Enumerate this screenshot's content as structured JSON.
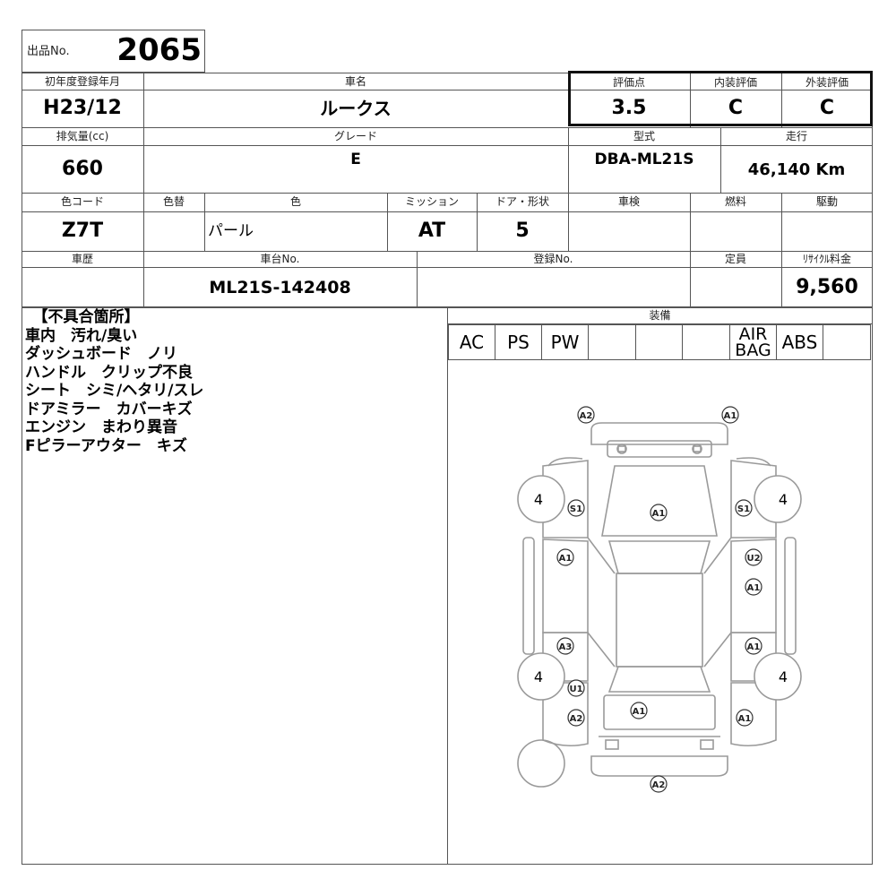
{
  "lot": {
    "label": "出品No.",
    "value": "2065"
  },
  "row1": {
    "year_label": "初年度登録年月",
    "year": "H23/12",
    "name_label": "車名",
    "name": "ルークス",
    "score_label": "評価点",
    "score": "3.5",
    "interior_label": "内装評価",
    "interior": "C",
    "exterior_label": "外装評価",
    "exterior": "C"
  },
  "row2": {
    "cc_label": "排気量(cc)",
    "cc": "660",
    "grade_label": "グレード",
    "grade": "E",
    "model_label": "型式",
    "model": "DBA-ML21S",
    "mileage_label": "走行",
    "mileage": "46,140 Km"
  },
  "row3": {
    "color_code_label": "色コード",
    "color_code": "Z7T",
    "repaint_label": "色替",
    "repaint": "",
    "color_label": "色",
    "color": "パール",
    "mission_label": "ミッション",
    "mission": "AT",
    "door_label": "ドア・形状",
    "door": "5",
    "inspection_label": "車検",
    "inspection": "",
    "fuel_label": "燃料",
    "fuel": "",
    "drive_label": "駆動",
    "drive": ""
  },
  "row4": {
    "history_label": "車歴",
    "history": "",
    "chassis_label": "車台No.",
    "chassis": "ML21S-142408",
    "reg_label": "登録No.",
    "reg": "",
    "capacity_label": "定員",
    "capacity": "",
    "recycle_label": "ﾘｻｲｸﾙ料金",
    "recycle": "9,560"
  },
  "defects": [
    "　【不具合箇所】",
    "車内　汚れ/臭い",
    "ダッシュボード　ノリ",
    "ハンドル　クリップ不良",
    "シート　シミ/ヘタリ/スレ",
    "ドアミラー　カバーキズ",
    "エンジン　まわり異音",
    "Fピラーアウター　キズ"
  ],
  "equipment": {
    "label": "装備",
    "items": [
      "AC",
      "PS",
      "PW",
      "",
      "",
      "",
      "AIR BAG",
      "ABS",
      ""
    ]
  },
  "diagram": {
    "tires": {
      "fl": "4",
      "fr": "4",
      "rl": "4",
      "rr": "4"
    },
    "marks": {
      "front_bumper_left": "A2",
      "front_bumper_right": "A1",
      "left_fender": "S1",
      "bonnet": "A1",
      "right_fender": "S1",
      "left_front_door": "A1",
      "right_front_door": "U2",
      "right_pillar": "A1",
      "left_rear_door": "A3",
      "right_rear_door": "A1",
      "left_rocker_rear": "U1",
      "left_quarter": "A2",
      "back_door": "A1",
      "right_quarter": "A1",
      "rear_bumper": "A2"
    },
    "line_color": "#9a9a9a",
    "mark_color": "#333333"
  }
}
